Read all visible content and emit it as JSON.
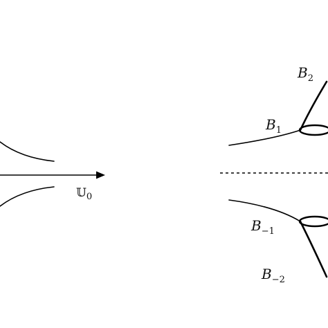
{
  "left_figure": {
    "axis_label": {
      "symbol": "𝕌",
      "subscript": "0"
    }
  },
  "right_figure": {
    "labels": [
      {
        "id": "b2",
        "letter": "B",
        "subscript": "2"
      },
      {
        "id": "b1",
        "letter": "B",
        "subscript": "1"
      },
      {
        "id": "bm1",
        "letter": "B",
        "subscript": "−1"
      },
      {
        "id": "bm2",
        "letter": "B",
        "subscript": "−2"
      }
    ]
  }
}
